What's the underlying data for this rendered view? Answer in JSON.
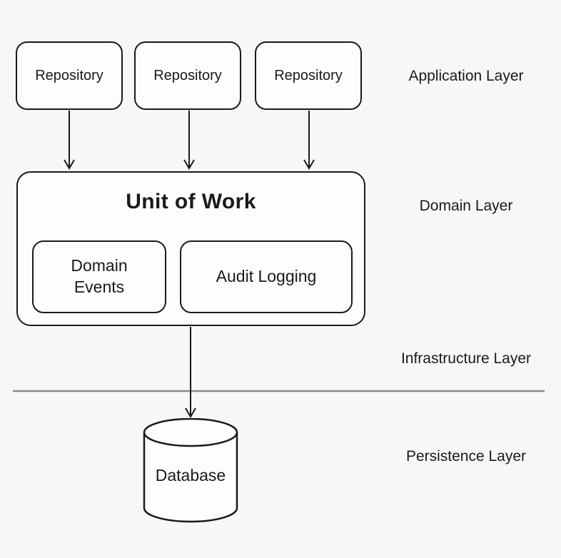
{
  "diagram_title": "Unit of Work architecture diagram",
  "colors": {
    "background": "#f7f7f7",
    "node_fill": "#fdfdfd",
    "stroke": "#1a1a1a",
    "divider": "#8a8a8a"
  },
  "nodes": {
    "repositories": [
      {
        "label": "Repository"
      },
      {
        "label": "Repository"
      },
      {
        "label": "Repository"
      }
    ],
    "unit_of_work": {
      "title": "Unit of Work"
    },
    "domain_events": {
      "label": "Domain Events"
    },
    "audit_logging": {
      "label": "Audit Logging"
    },
    "database": {
      "label": "Database"
    }
  },
  "layers": [
    {
      "label": "Application Layer"
    },
    {
      "label": "Domain Layer"
    },
    {
      "label": "Infrastructure Layer"
    },
    {
      "label": "Persistence Layer"
    }
  ],
  "edges": [
    {
      "from": "repository-1",
      "to": "unit-of-work"
    },
    {
      "from": "repository-2",
      "to": "unit-of-work"
    },
    {
      "from": "repository-3",
      "to": "unit-of-work"
    },
    {
      "from": "unit-of-work",
      "to": "database"
    }
  ]
}
